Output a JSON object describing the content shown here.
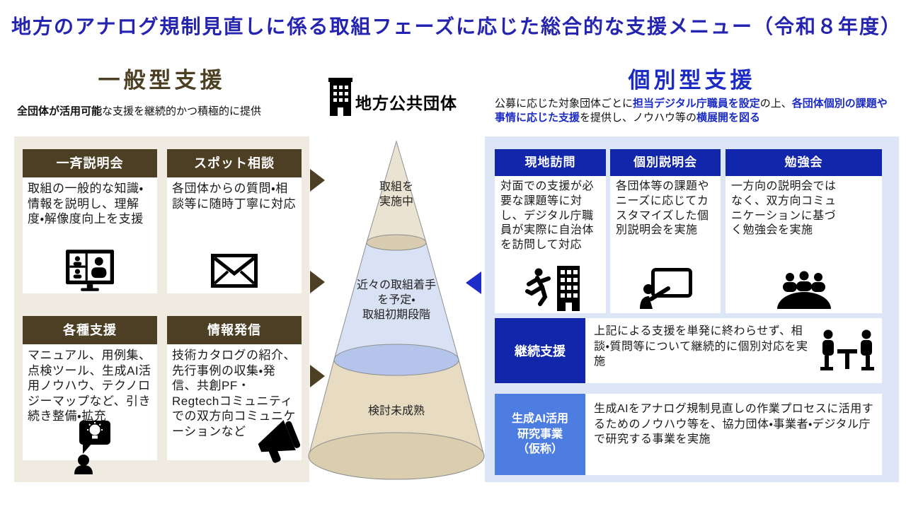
{
  "title": "地方のアナログ規制見直しに係る取組フェーズに応じた総合的な支援メニュー（令和８年度）",
  "colors": {
    "title_blue": "#2424b0",
    "brown": "#4c3f23",
    "deep_blue": "#1126ab",
    "bright_blue": "#1b2bc4",
    "genai_blue": "#4e7de2",
    "left_panel_bg": "#f0ebe1",
    "right_panel_bg": "#dce6f7",
    "cone_beige": "#ebe3d1",
    "cone_blue": "#d9e2f5"
  },
  "general": {
    "heading": "一般型支援",
    "subtitle_segments": [
      {
        "text": "全団体が活用可能",
        "bold": true
      },
      {
        "text": "な支援を継続的かつ積極的に提供",
        "bold": false
      }
    ],
    "boxes": [
      {
        "title": "一斉説明会",
        "body": "取組の一般的な知識・情報を説明し、理解度・解像度向上を支援",
        "icon": "video-call-icon"
      },
      {
        "title": "スポット相談",
        "body": "各団体からの質問・相談等に随時丁寧に対応",
        "icon": "envelope-icon"
      },
      {
        "title": "各種支援",
        "body": "マニュアル、用例集、点検ツール、生成AI活用ノウハウ、テクノロジーマップなど、引き続き整備・拡充",
        "icon": "idea-person-icon"
      },
      {
        "title": "情報発信",
        "body": "技術カタログの紹介、先行事例の収集・発信、共創PF・Regtechコミュニティでの双方向コミュニケーションなど",
        "icon": "megaphone-icon"
      }
    ]
  },
  "center": {
    "heading": "地方公共団体",
    "heading_icon": "building-icon",
    "phases": [
      {
        "label": "取組を\n実施中"
      },
      {
        "label": "近々の取組着手\nを予定・\n取組初期段階"
      },
      {
        "label": "検討未成熟"
      }
    ]
  },
  "individual": {
    "heading": "個別型支援",
    "subtitle_segments": [
      {
        "text": "公募に応じた対象団体ごとに",
        "bold": false
      },
      {
        "text": "担当デジタル庁職員を設定",
        "bold": true
      },
      {
        "text": "の上、",
        "bold": false
      },
      {
        "text": "各団体個別の課題や事情に応じた支援",
        "bold": true
      },
      {
        "text": "を提供し、ノウハウ等の",
        "bold": false
      },
      {
        "text": "横展開を図る",
        "bold": true
      }
    ],
    "boxes": [
      {
        "title": "現地訪問",
        "body": "対面での支援が必要な課題等に対し、デジタル庁職員が実際に自治体を訪問して対応",
        "icon": "site-visit-icon"
      },
      {
        "title": "個別説明会",
        "body": "各団体等の課題やニーズに応じてカスタマイズした個別説明会を実施",
        "icon": "presentation-icon"
      },
      {
        "title": "勉強会",
        "body": "一方向の説明会ではなく、双方向コミュニケーションに基づく勉強会を実施",
        "icon": "study-group-icon"
      }
    ],
    "rows": [
      {
        "title": "継続支援",
        "body": "上記による支援を単発に終わらせず、相談・質問等について継続的に個別対応を実施",
        "icon": "meeting-icon"
      },
      {
        "title": "生成AI活用\n研究事業\n（仮称）",
        "body": "生成AIをアナログ規制見直しの作業プロセスに活用するためのノウハウ等を、協力団体・事業者・デジタル庁で研究する事業を実施"
      }
    ]
  }
}
